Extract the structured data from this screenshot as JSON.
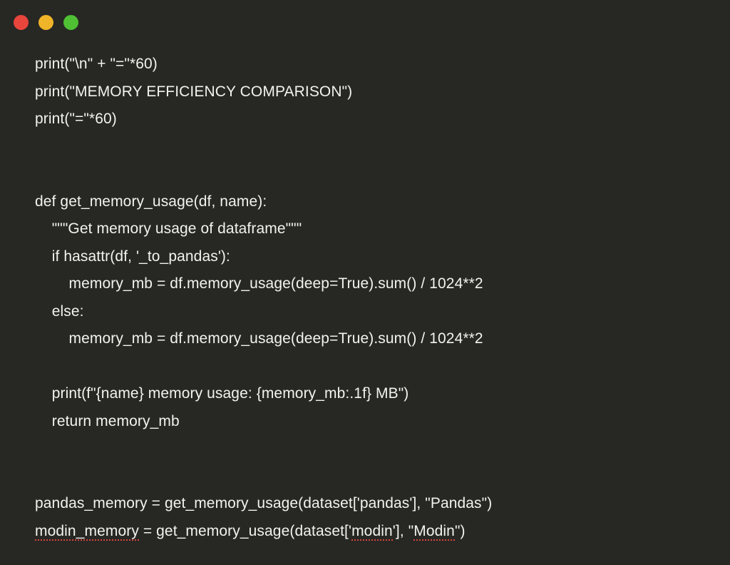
{
  "window": {
    "background_color": "#272724",
    "text_color": "#F2F2EE",
    "misspell_underline_color": "#D9453A",
    "controls": [
      {
        "name": "close",
        "color": "#E8453C"
      },
      {
        "name": "minimize",
        "color": "#F0B429"
      },
      {
        "name": "maximize",
        "color": "#4FBF34"
      }
    ]
  },
  "code": {
    "language": "python",
    "lines": [
      {
        "text": "print(\"\\n\" + \"=\"*60)"
      },
      {
        "text": "print(\"MEMORY EFFICIENCY COMPARISON\")"
      },
      {
        "text": "print(\"=\"*60)"
      },
      {
        "text": ""
      },
      {
        "text": ""
      },
      {
        "text": "def get_memory_usage(df, name):"
      },
      {
        "text": "    \"\"\"Get memory usage of dataframe\"\"\""
      },
      {
        "text": "    if hasattr(df, '_to_pandas'):"
      },
      {
        "text": "        memory_mb = df.memory_usage(deep=True).sum() / 1024**2"
      },
      {
        "text": "    else:"
      },
      {
        "text": "        memory_mb = df.memory_usage(deep=True).sum() / 1024**2"
      },
      {
        "text": ""
      },
      {
        "text": "    print(f\"{name} memory usage: {memory_mb:.1f} MB\")"
      },
      {
        "text": "    return memory_mb"
      },
      {
        "text": ""
      },
      {
        "text": ""
      },
      {
        "text": "pandas_memory = get_memory_usage(dataset['pandas'], \"Pandas\")"
      },
      {
        "segments": [
          {
            "text": "",
            "misspelled": false
          },
          {
            "text": "modin_memory",
            "misspelled": true
          },
          {
            "text": " = get_memory_usage(dataset['",
            "misspelled": false
          },
          {
            "text": "modin",
            "misspelled": true
          },
          {
            "text": "'], \"",
            "misspelled": false
          },
          {
            "text": "Modin",
            "misspelled": true
          },
          {
            "text": "\")",
            "misspelled": false
          }
        ]
      }
    ]
  }
}
